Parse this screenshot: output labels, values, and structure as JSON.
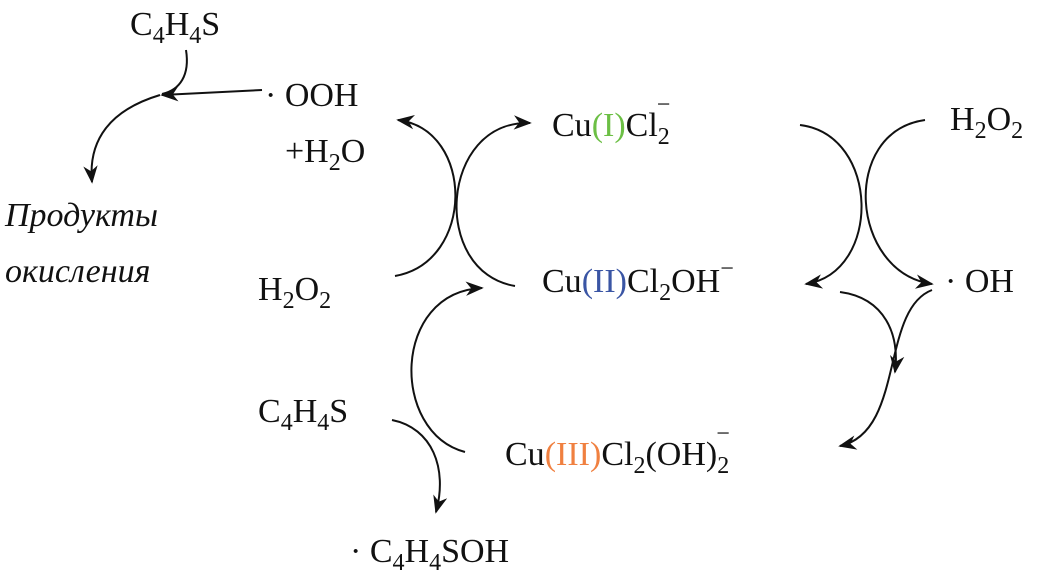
{
  "colors": {
    "cu1": "#6cbf45",
    "cu2": "#3a55a4",
    "cu3": "#f08040"
  },
  "labels": {
    "thiophene_top": [
      {
        "t": "C"
      },
      {
        "t": "4",
        "sub": true
      },
      {
        "t": "H"
      },
      {
        "t": "4",
        "sub": true
      },
      {
        "t": "S"
      }
    ],
    "ooh": [
      {
        "t": "· OOH"
      }
    ],
    "h2o_plus": [
      {
        "t": "+H"
      },
      {
        "t": "2",
        "sub": true
      },
      {
        "t": "O"
      }
    ],
    "h2o2_left": [
      {
        "t": "H"
      },
      {
        "t": "2",
        "sub": true
      },
      {
        "t": "O"
      },
      {
        "t": "2",
        "sub": true
      }
    ],
    "cu1": [
      {
        "t": "Cu"
      },
      {
        "t": "(I)",
        "color": "cu1"
      },
      {
        "t": "Cl"
      },
      {
        "t": "2",
        "sub": true
      },
      {
        "t": "−",
        "sup": true,
        "back": true
      }
    ],
    "h2o2_right": [
      {
        "t": "H"
      },
      {
        "t": "2",
        "sub": true
      },
      {
        "t": "O"
      },
      {
        "t": "2",
        "sub": true
      }
    ],
    "cu2": [
      {
        "t": "Cu"
      },
      {
        "t": "(II)",
        "color": "cu2"
      },
      {
        "t": "Cl"
      },
      {
        "t": "2",
        "sub": true
      },
      {
        "t": "OH"
      },
      {
        "t": "−",
        "sup": true
      }
    ],
    "oh": [
      {
        "t": "· OH"
      }
    ],
    "thiophene_mid": [
      {
        "t": "C"
      },
      {
        "t": "4",
        "sub": true
      },
      {
        "t": "H"
      },
      {
        "t": "4",
        "sub": true
      },
      {
        "t": "S"
      }
    ],
    "cu3": [
      {
        "t": "Cu"
      },
      {
        "t": "(III)",
        "color": "cu3"
      },
      {
        "t": "Cl"
      },
      {
        "t": "2",
        "sub": true
      },
      {
        "t": "(OH)"
      },
      {
        "t": "2",
        "sub": true
      },
      {
        "t": "−",
        "sup": true,
        "back": true
      }
    ],
    "c4h4soh": [
      {
        "t": "· C"
      },
      {
        "t": "4",
        "sub": true
      },
      {
        "t": "H"
      },
      {
        "t": "4",
        "sub": true
      },
      {
        "t": "SOH"
      }
    ]
  },
  "products": {
    "line1": "Продукты",
    "line2": "окисления"
  }
}
